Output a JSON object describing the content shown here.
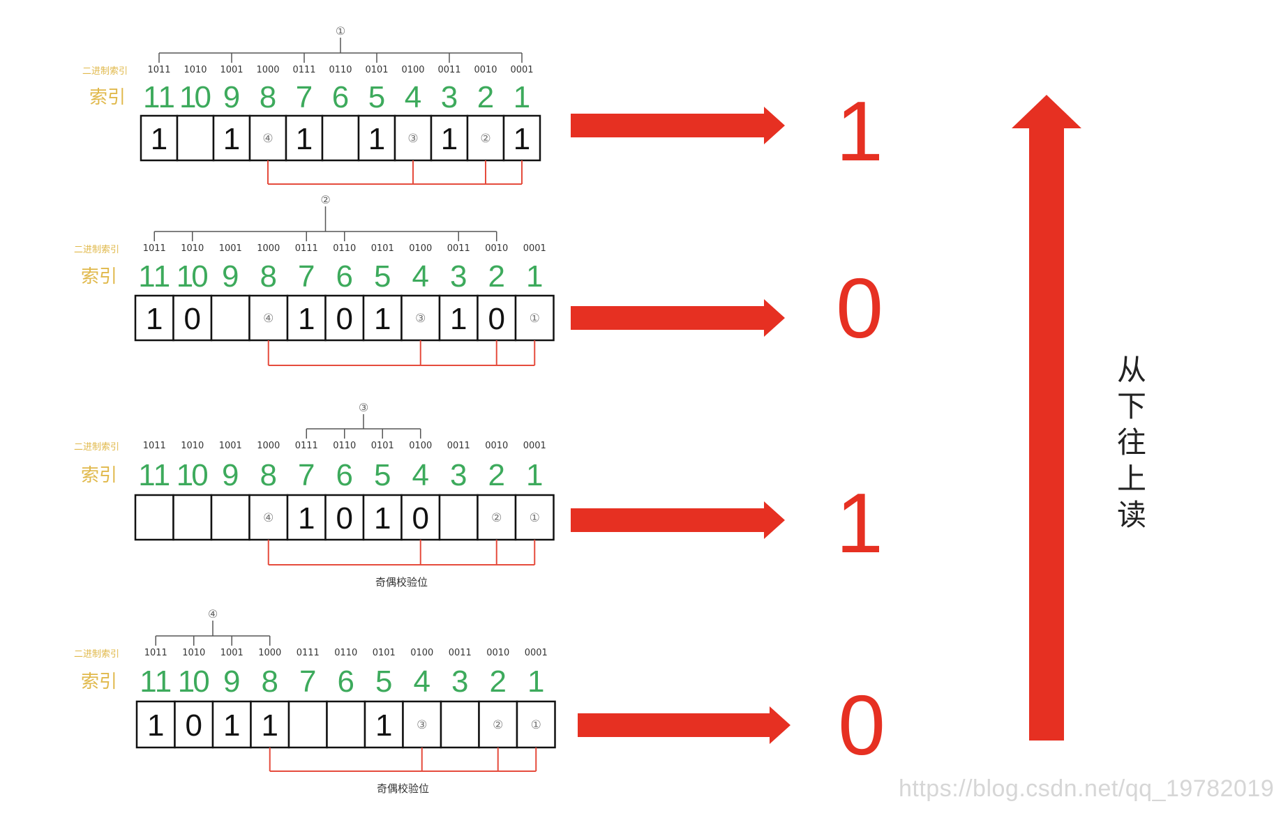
{
  "labels": {
    "binary_index": "二进制索引",
    "index": "索引",
    "parity_label": "奇偶校验位"
  },
  "indices": [
    "11",
    "10",
    "9",
    "8",
    "7",
    "6",
    "5",
    "4",
    "3",
    "2",
    "1"
  ],
  "binary": [
    "1011",
    "1010",
    "1001",
    "1000",
    "0111",
    "0110",
    "0101",
    "0100",
    "0011",
    "0010",
    "0001"
  ],
  "rows": [
    {
      "group_marker": "①",
      "cells": [
        "1",
        "",
        "1",
        "④",
        "1",
        "",
        "1",
        "③",
        "1",
        "②",
        "1"
      ],
      "result": "1",
      "parity_caption": ""
    },
    {
      "group_marker": "②",
      "cells": [
        "1",
        "0",
        "",
        "④",
        "1",
        "0",
        "1",
        "③",
        "1",
        "0",
        "①"
      ],
      "result": "0",
      "parity_caption": ""
    },
    {
      "group_marker": "③",
      "cells": [
        "",
        "",
        "",
        "④",
        "1",
        "0",
        "1",
        "0",
        "",
        "②",
        "①"
      ],
      "result": "1",
      "parity_caption": "奇偶校验位"
    },
    {
      "group_marker": "④",
      "cells": [
        "1",
        "0",
        "1",
        "1",
        "",
        "",
        "1",
        "③",
        "",
        "②",
        "①"
      ],
      "result": "0",
      "parity_caption": "奇偶校验位"
    }
  ],
  "read_direction": "从下往上读",
  "watermark": "https://blog.csdn.net/qq_19782019",
  "colors": {
    "index_green": "#3daa5c",
    "label_gold": "#e0b84a",
    "arrow_red": "#e63022",
    "result_red": "#e63022",
    "bracket_red": "#e54b3c",
    "cell_border": "#111111"
  }
}
